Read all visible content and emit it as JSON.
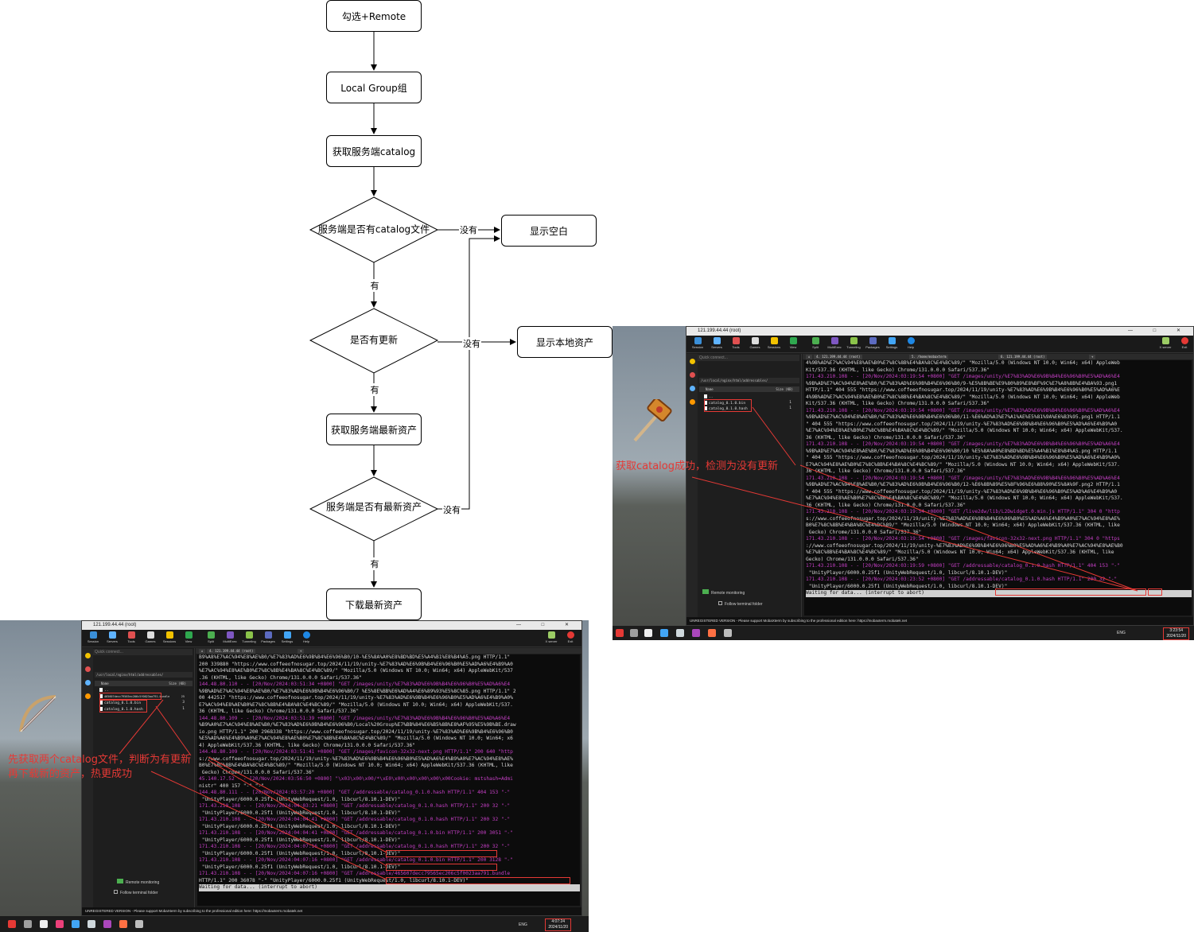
{
  "flowchart": {
    "nodes": {
      "start": "勾选+Remote",
      "local_group": "Local Group组",
      "get_catalog": "获取服务端catalog",
      "has_catalog": "服务端是否有catalog文件",
      "show_empty": "显示空白",
      "has_update": "是否有更新",
      "show_local": "显示本地资产",
      "get_latest": "获取服务端最新资产",
      "has_latest": "服务端是否有最新资产",
      "download": "下载最新资产"
    },
    "edges": {
      "no_1": "没有",
      "yes_1": "有",
      "no_2": "没有",
      "yes_2": "有",
      "no_3": "没有",
      "yes_3": "有"
    }
  },
  "screenshot_right": {
    "window_title": "121.199.44.44 (root)",
    "toolbar": [
      "Session",
      "Servers",
      "Tools",
      "Games",
      "Sessions",
      "View",
      "Split",
      "MultiExec",
      "Tunneling",
      "Packages",
      "Settings",
      "Help",
      "X server",
      "Exit"
    ],
    "quick_connect": "Quick connect...",
    "path": "/usr/local/nginx/html/addressables/",
    "file_header": {
      "name": "Name",
      "size": "Size (KB)"
    },
    "files": [
      {
        "name": "..",
        "size": ""
      },
      {
        "name": "catalog_0.1.0.bin",
        "size": "1"
      },
      {
        "name": "catalog_0.1.0.hash",
        "size": "1"
      }
    ],
    "tabs": [
      "4. 121.199.44.44 (root)",
      "5. /home/mobaxterm",
      "6. 121.199.44.44 (root)"
    ],
    "terminal_lines": [
      {
        "t": "4%9B%AD%E7%AC%94%E8%AE%B0%E7%8C%8B%E4%BA%8C%E4%BC%89/\" \"Mozilla/5.0 (Windows NT 10.0; Win64; x64) AppleWeb",
        "c": ""
      },
      {
        "t": "Kit/537.36 (KHTML, like Gecko) Chrome/131.0.0.0 Safari/537.36\"",
        "c": ""
      },
      {
        "t": "171.43.210.108 - - [20/Nov/2024:03:19:54 +0800] \"GET /images/unity/%E7%83%AD%E6%9B%B4%E6%96%B0%E5%AD%A6%E4",
        "c": "ip"
      },
      {
        "t": "%9B%AD%E7%AC%94%E8%AE%B0/%E7%83%AD%E6%9B%B4%E6%96%B0/9-%E5%8B%BE%E9%80%89%E8%BF%9C%E7%A8%8B%E4%BA%93.png1",
        "c": ""
      },
      {
        "t": "HTTP/1.1\" 404 555 \"https://www.coffeeofnosugar.top/2024/11/19/unity-%E7%83%AD%E6%9B%B4%E6%96%B0%E5%AD%A6%E",
        "c": ""
      },
      {
        "t": "4%9B%AD%E7%AC%94%E8%AE%B0%E7%8C%8B%E4%BA%8C%E4%BC%89/\" \"Mozilla/5.0 (Windows NT 10.0; Win64; x64) AppleWeb",
        "c": ""
      },
      {
        "t": "Kit/537.36 (KHTML, like Gecko) Chrome/131.0.0.0 Safari/537.36\"",
        "c": ""
      },
      {
        "t": "171.43.210.108 - - [20/Nov/2024:03:19:54 +0800] \"GET /images/unity/%E7%83%AD%E6%9B%B4%E6%96%B0%E5%AD%A6%E4",
        "c": "ip"
      },
      {
        "t": "%9B%AD%E7%AC%94%E8%AE%B0/%E7%83%AD%E6%9B%B4%E6%96%B0/11-%E6%AD%A3%E7%A1%AE%E5%81%9A%E6%B3%95.png1 HTTP/1.1",
        "c": ""
      },
      {
        "t": "\" 404 555 \"https://www.coffeeofnosugar.top/2024/11/19/unity-%E7%83%AD%E6%9B%B4%E6%96%B0%E5%AD%A6%E4%B9%A0",
        "c": ""
      },
      {
        "t": "%E7%AC%94%E8%AE%B0%E7%8C%8B%E4%BA%8C%E4%BC%89/\" \"Mozilla/5.0 (Windows NT 10.0; Win64; x64) AppleWebKit/537.",
        "c": ""
      },
      {
        "t": "36 (KHTML, like Gecko) Chrome/131.0.0.0 Safari/537.36\"",
        "c": ""
      },
      {
        "t": "171.43.210.108 - - [20/Nov/2024:03:19:54 +0800] \"GET /images/unity/%E7%83%AD%E6%9B%B4%E6%96%B0%E5%AD%A6%E4",
        "c": "ip"
      },
      {
        "t": "%9B%AD%E7%AC%94%E8%AE%B0/%E7%83%AD%E6%9B%B4%E6%96%B0/10 %E5%8A%A0%E8%BD%BD%E5%A4%B1%E8%B4%A5.png HTTP/1.1",
        "c": ""
      },
      {
        "t": "\" 404 555 \"https://www.coffeeofnosugar.top/2024/11/19/unity-%E7%83%AD%E6%9B%B4%E6%96%B0%E5%AD%A6%E4%B9%A0%",
        "c": ""
      },
      {
        "t": "E7%AC%94%E8%AE%B0%E7%8C%8B%E4%BA%8C%E4%BC%89/\" \"Mozilla/5.0 (Windows NT 10.0; Win64; x64) AppleWebKit/537.",
        "c": ""
      },
      {
        "t": "36 (KHTML, like Gecko) Chrome/131.0.0.0 Safari/537.36\"",
        "c": ""
      },
      {
        "t": "171.43.210.108 - - [20/Nov/2024:03:19:54 +0800] \"GET /images/unity/%E7%83%AD%E6%9B%B4%E6%96%B0%E5%AD%A6%E4",
        "c": "ip"
      },
      {
        "t": "%9B%AD%E7%AC%94%E8%AE%B0/%E7%83%AD%E6%9B%B4%E6%96%B0/12-%E6%8B%89%E5%8F%96%E6%88%90%E5%8A%9F.png2 HTTP/1.1",
        "c": ""
      },
      {
        "t": "\" 404 555 \"https://www.coffeeofnosugar.top/2024/11/19/unity-%E7%83%AD%E6%9B%B4%E6%96%B0%E5%AD%A6%E4%B9%A0",
        "c": ""
      },
      {
        "t": "%E7%AC%94%E8%AE%B0%E7%8C%8B%E4%BA%8C%E4%BC%89/\" \"Mozilla/5.0 (Windows NT 10.0; Win64; x64) AppleWebKit/537.",
        "c": ""
      },
      {
        "t": "36 (KHTML, like Gecko) Chrome/131.0.0.0 Safari/537.36\"",
        "c": ""
      },
      {
        "t": "171.43.210.108 - - [20/Nov/2024:03:19:54 +0800] \"GET /live2dw/lib/L2Dwidget.0.min.js HTTP/1.1\" 304 0 \"http",
        "c": "ip"
      },
      {
        "t": "s://www.coffeeofnosugar.top/2024/11/19/unity-%E7%83%AD%E6%9B%B4%E6%96%B0%E5%AD%A6%E4%B9%A0%E7%AC%94%E8%AE%",
        "c": ""
      },
      {
        "t": "B0%E7%8C%8B%E4%BA%8C%E4%BC%89/\" \"Mozilla/5.0 (Windows NT 10.0; Win64; x64) AppleWebKit/537.36 (KHTML, like",
        "c": ""
      },
      {
        "t": " Gecko) Chrome/131.0.0.0 Safari/537.36\"",
        "c": ""
      },
      {
        "t": "171.43.210.108 - - [20/Nov/2024:03:19:54 +0800] \"GET /images/favicon-32x32-next.png HTTP/1.1\" 304 0 \"https",
        "c": "ip"
      },
      {
        "t": "://www.coffeeofnosugar.top/2024/11/19/unity-%E7%83%AD%E6%9B%B4%E6%96%B0%E5%AD%A6%E4%B9%A0%E7%AC%94%E8%AE%B0",
        "c": ""
      },
      {
        "t": "%E7%8C%8B%E4%BA%8C%E4%BC%89/\" \"Mozilla/5.0 (Windows NT 10.0; Win64; x64) AppleWebKit/537.36 (KHTML, like",
        "c": ""
      },
      {
        "t": "Gecko) Chrome/131.0.0.0 Safari/537.36\"",
        "c": ""
      },
      {
        "t": "171.43.210.108 - - [20/Nov/2024:03:19:59 +0800] \"GET /addressable/catalog_0.1.0.hash HTTP/1.1\" 404 153 \"-\"",
        "c": "ip"
      },
      {
        "t": " \"UnityPlayer/6000.0.25f1 (UnityWebRequest/1.0, libcurl/8.10.1-DEV)\"",
        "c": ""
      },
      {
        "t": "171.43.210.108 - - [20/Nov/2024:03:23:52 +0800] \"GET /addressable/catalog_0.1.0.hash HTTP/1.1\" 200 32 \"-\"",
        "c": "ip"
      },
      {
        "t": " \"UnityPlayer/6000.0.25f1 (UnityWebRequest/1.0, libcurl/8.10.1-DEV)\"",
        "c": ""
      },
      {
        "t": "Waiting for data... (interrupt to abort)",
        "c": "hl"
      }
    ],
    "remote_monitoring": "Remote monitoring",
    "follow_folder": "Follow terminal folder",
    "unregistered": "UNREGISTERED VERSION  -  Please support MobaXterm by subscribing to the professional edition here:  https://mobaxterm.mobatek.net",
    "lang": "ENG",
    "clock_time": "3:23:54",
    "clock_date": "2024/11/20",
    "annotation": "获取catalog成功，检测为没有更新"
  },
  "screenshot_left": {
    "window_title": "121.199.44.44 (root)",
    "toolbar": [
      "Session",
      "Servers",
      "Tools",
      "Games",
      "Sessions",
      "View",
      "Split",
      "MultiExec",
      "Tunneling",
      "Packages",
      "Settings",
      "Help",
      "X server",
      "Exit"
    ],
    "quick_connect": "Quick connect...",
    "path": "/usr/local/nginx/html/addressables/",
    "file_header": {
      "name": "Name",
      "size": "Size (KB)"
    },
    "files": [
      {
        "name": "..",
        "size": ""
      },
      {
        "name": "465607decc79565ec206c5f0023aa791.bundle",
        "size": "25"
      },
      {
        "name": "catalog_0.1.0.bin",
        "size": "3"
      },
      {
        "name": "catalog_0.1.0.hash",
        "size": "1"
      }
    ],
    "tabs": [
      "4. 121.199.44.44 (root)"
    ],
    "terminal_lines": [
      {
        "t": "B9%A8%E7%AC%94%E8%AE%B0/%E7%83%AD%E6%9B%B4%E6%96%B0/10-%E5%8A%A0%E8%BD%BD%E5%A4%B1%E8%B4%A5.png HTTP/1.1\"",
        "c": ""
      },
      {
        "t": "200 339880 \"https://www.coffeeofnosugar.top/2024/11/19/unity-%E7%83%AD%E6%9B%B4%E6%96%B0%E5%AD%A6%E4%B9%A0",
        "c": ""
      },
      {
        "t": "%E7%AC%94%E8%AE%B0%E7%8C%8B%E4%BA%8C%E4%BC%89/\" \"Mozilla/5.0 (Windows NT 10.0; Win64; x64) AppleWebKit/537",
        "c": ""
      },
      {
        "t": ".36 (KHTML, like Gecko) Chrome/131.0.0.0 Safari/537.36\"",
        "c": ""
      },
      {
        "t": "144.48.80.110 - - [20/Nov/2024:03:51:34 +0800] \"GET /images/unity/%E7%83%AD%E6%9B%B4%E6%96%B0%E5%AD%A6%E4",
        "c": "ip"
      },
      {
        "t": "%9B%AD%E7%AC%94%E8%AE%B0/%E7%83%AD%E6%9B%B4%E6%96%B0/7 %E5%8E%BB%E6%AD%A4%E6%89%93%E5%8C%85.png HTTP/1.1\" 2",
        "c": ""
      },
      {
        "t": "00 442517 \"https://www.coffeeofnosugar.top/2024/11/19/unity-%E7%83%AD%E6%9B%B4%E6%96%B0%E5%AD%A6%E4%B9%A0%",
        "c": ""
      },
      {
        "t": "E7%AC%94%E8%AE%B0%E7%8C%8B%E4%BA%8C%E4%BC%89/\" \"Mozilla/5.0 (Windows NT 10.0; Win64; x64) AppleWebKit/537.",
        "c": ""
      },
      {
        "t": "36 (KHTML, like Gecko) Chrome/131.0.0.0 Safari/537.36\"",
        "c": ""
      },
      {
        "t": "144.48.80.109 - - [20/Nov/2024:03:51:39 +0800] \"GET /images/unity/%E7%83%AD%E6%9B%B4%E6%96%B0%E5%AD%A6%E4",
        "c": "ip"
      },
      {
        "t": "%B9%A0%E7%AC%94%E8%AE%B0/%E7%83%AD%E6%9B%B4%E6%96%B0/Local%20Group%E7%BB%84%E6%B5%8B%E8%AF%95%E5%9B%BE.draw",
        "c": ""
      },
      {
        "t": "io.png HTTP/1.1\" 200 2968338 \"https://www.coffeeofnosugar.top/2024/11/19/unity-%E7%83%AD%E6%9B%B4%E6%96%B0",
        "c": ""
      },
      {
        "t": "%E5%AD%A6%E4%B9%A0%E7%AC%94%E8%AE%B0%E7%8C%8B%E4%BA%8C%E4%BC%89/\" \"Mozilla/5.0 (Windows NT 10.0; Win64; x6",
        "c": ""
      },
      {
        "t": "4) AppleWebKit/537.36 (KHTML, like Gecko) Chrome/131.0.0.0 Safari/537.36\"",
        "c": ""
      },
      {
        "t": "144.48.80.109 - - [20/Nov/2024:03:51:41 +0800] \"GET /images/favicon-32x32-next.png HTTP/1.1\" 200 640 \"http",
        "c": "ip"
      },
      {
        "t": "s://www.coffeeofnosugar.top/2024/11/19/unity-%E7%83%AD%E6%9B%B4%E6%96%B0%E5%AD%A6%E4%B9%A0%E7%AC%94%E8%AE%",
        "c": ""
      },
      {
        "t": "B0%E7%8C%8B%E4%BA%8C%E4%BC%89/\" \"Mozilla/5.0 (Windows NT 10.0; Win64; x64) AppleWebKit/537.36 (KHTML, like",
        "c": ""
      },
      {
        "t": " Gecko) Chrome/131.0.0.0 Safari/537.36\"",
        "c": ""
      },
      {
        "t": "45.140.17.52 - - [20/Nov/2024:03:56:50 +0800] \"\\x03\\x00\\x00/*\\xE0\\x00\\x00\\x00\\x00\\x00Cookie: mstshash=Admi",
        "c": "ip"
      },
      {
        "t": "nistr\" 400 157 \"-\" \"-\"",
        "c": ""
      },
      {
        "t": "144.48.80.111 - - [20/Nov/2024:03:57:20 +0800] \"GET /addressable/catalog_0.1.0.hash HTTP/1.1\" 404 153 \"-\"",
        "c": "ip"
      },
      {
        "t": " \"UnityPlayer/6000.0.25f1 (UnityWebRequest/1.0, libcurl/8.10.1-DEV)\"",
        "c": ""
      },
      {
        "t": "171.43.210.108 - - [20/Nov/2024:04:03:21 +0800] \"GET /addressable/catalog_0.1.0.hash HTTP/1.1\" 200 32 \"-\"",
        "c": "ip"
      },
      {
        "t": " \"UnityPlayer/6000.0.25f1 (UnityWebRequest/1.0, libcurl/8.10.1-DEV)\"",
        "c": ""
      },
      {
        "t": "171.43.210.108 - - [20/Nov/2024:04:04:41 +0800] \"GET /addressable/catalog_0.1.0.hash HTTP/1.1\" 200 32 \"-\"",
        "c": "ip"
      },
      {
        "t": " \"UnityPlayer/6000.0.25f1 (UnityWebRequest/1.0, libcurl/8.10.1-DEV)\"",
        "c": ""
      },
      {
        "t": "171.43.210.108 - - [20/Nov/2024:04:04:41 +0800] \"GET /addressable/catalog_0.1.0.bin HTTP/1.1\" 200 3051 \"-\"",
        "c": "ip"
      },
      {
        "t": " \"UnityPlayer/6000.0.25f1 (UnityWebRequest/1.0, libcurl/8.10.1-DEV)\"",
        "c": ""
      },
      {
        "t": "171.43.210.108 - - [20/Nov/2024:04:07:16 +0800] \"GET /addressable/catalog_0.1.0.hash HTTP/1.1\" 200 32 \"-\"",
        "c": "ip"
      },
      {
        "t": " \"UnityPlayer/6000.0.25f1 (UnityWebRequest/1.0, libcurl/8.10.1-DEV)\"",
        "c": ""
      },
      {
        "t": "171.43.210.108 - - [20/Nov/2024:04:07:16 +0800] \"GET /addressable/catalog_0.1.0.bin HTTP/1.1\" 200 3128 \"-\"",
        "c": "ip"
      },
      {
        "t": " \"UnityPlayer/6000.0.25f1 (UnityWebRequest/1.0, libcurl/8.10.1-DEV)\"",
        "c": ""
      },
      {
        "t": "171.43.210.108 - - [20/Nov/2024:04:07:16 +0800] \"GET /addressable/465607decc79565ec206c5f0023aa791.bundle",
        "c": "ip"
      },
      {
        "t": "HTTP/1.1\" 200 36078 \"-\" \"UnityPlayer/6000.0.25f1 (UnityWebRequest/1.0, libcurl/8.10.1-DEV)\"",
        "c": ""
      },
      {
        "t": "Waiting for data... (interrupt to abort)",
        "c": "hl"
      }
    ],
    "remote_monitoring": "Remote monitoring",
    "follow_folder": "Follow terminal folder",
    "unregistered": "UNREGISTERED VERSION  -  Please support MobaXterm by subscribing to the professional edition here:  https://mobaxterm.mobatek.net",
    "lang": "ENG",
    "clock_time": "4:07:24",
    "clock_date": "2024/11/20",
    "annotation_line1": "先获取两个catalog文件，判断为有更新",
    "annotation_line2": "再下载新的资产，热更成功"
  }
}
